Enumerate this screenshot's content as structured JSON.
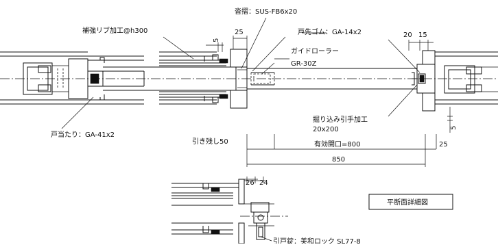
{
  "labels": {
    "face_plate": "沓摺：SUS-FB6x20",
    "reinforce_rib": "補強リブ加工@h300",
    "door_edge_rubber": "戸先ゴム：GA-14x2",
    "guide_roller": "ガイドローラー",
    "guide_roller_code": "GR-30Z",
    "door_stop": "戸当たり：GA-41x2",
    "recessed_handle": "掘り込み引手加工",
    "recessed_handle_size": "20x200",
    "pull_allowance": "引き残し50",
    "effective_opening": "有効開口=800",
    "overall_width": "850",
    "title_box": "平断面詳細図",
    "lock_spec": "引戸錠：美和ロック SL77-8"
  },
  "dimensions": {
    "d25_top": "25",
    "d5_top": "5",
    "d20_right": "20",
    "d15_right": "15",
    "d5_right": "5",
    "d25_right": "25",
    "d26_bottom": "26",
    "d24_bottom": "24"
  }
}
